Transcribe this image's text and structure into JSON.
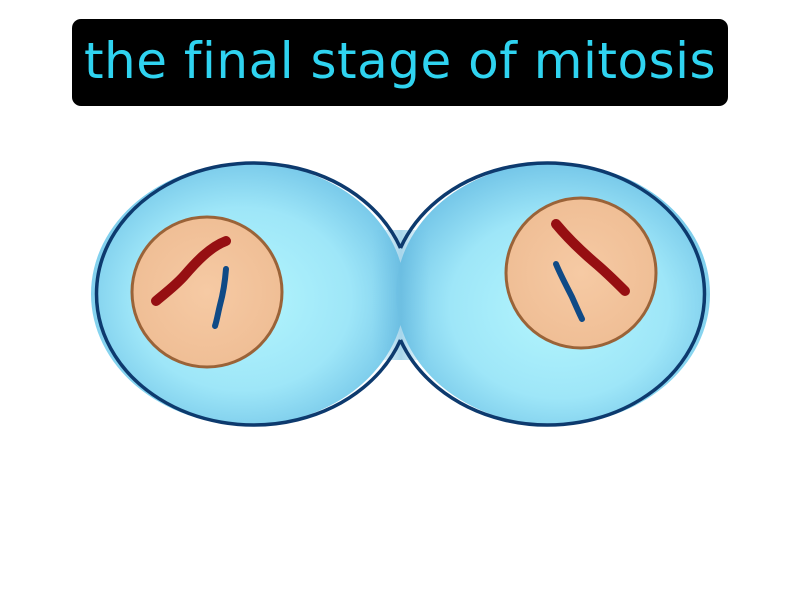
{
  "caption": {
    "text": "the final stage of mitosis"
  },
  "colors": {
    "caption_background": "#000000",
    "caption_text": "#2fd3f0",
    "cell_fill_light": "#aef3fb",
    "cell_fill_dark": "#6ec3e6",
    "cell_outline": "#0d3a6e",
    "nucleus_fill": "#f3c6a0",
    "nucleus_outline": "#9a6338",
    "chromosome_red": "#960f12",
    "chromosome_blue": "#0f4a86"
  },
  "illustration": {
    "subject": "two daughter cells separating",
    "icons": [
      "cell",
      "nucleus",
      "chromosome"
    ]
  }
}
